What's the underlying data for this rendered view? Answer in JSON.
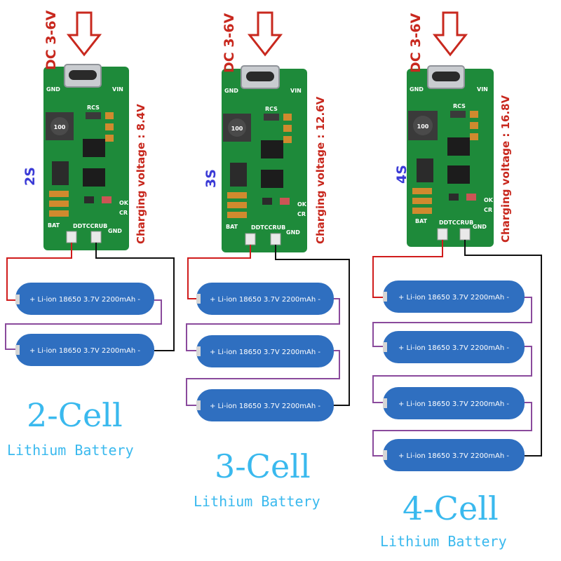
{
  "colors": {
    "pcb": "#1e8a3a",
    "arrow": "#c8281e",
    "charge_text": "#c8281e",
    "series_text": "#3b3bd6",
    "cell_text": "#3ab9ee",
    "battery": "#2f6fc0",
    "wire_red": "#d01c1c",
    "wire_black": "#111111",
    "wire_purple": "#8a4a9c"
  },
  "variants": [
    {
      "input": "DC 3-6V",
      "series": "2S",
      "charging_voltage": "Charging voltage : 8.4V",
      "cell_count": "2-Cell",
      "cell_type": "Lithium Battery",
      "battery_label": "+ Li-ion 18650 3.7V 2200mAh -",
      "board": {
        "gnd": "GND",
        "vin": "VIN",
        "rcs": "RCS",
        "bat": "BAT",
        "gnd2": "GND",
        "brand": "DDTCCRUB",
        "ok": "OK",
        "cr": "CR",
        "inductor": "100"
      }
    },
    {
      "input": "DC 3-6V",
      "series": "3S",
      "charging_voltage": "Charging voltage : 12.6V",
      "cell_count": "3-Cell",
      "cell_type": "Lithium Battery",
      "battery_label": "+ Li-ion 18650 3.7V 2200mAh -",
      "board": {
        "gnd": "GND",
        "vin": "VIN",
        "rcs": "RCS",
        "bat": "BAT",
        "gnd2": "GND",
        "brand": "DDTCCRUB",
        "ok": "OK",
        "cr": "CR",
        "inductor": "100"
      }
    },
    {
      "input": "DC 3-6V",
      "series": "4S",
      "charging_voltage": "Charging voltage : 16.8V",
      "cell_count": "4-Cell",
      "cell_type": "Lithium Battery",
      "battery_label": "+ Li-ion 18650 3.7V 2200mAh -",
      "board": {
        "gnd": "GND",
        "vin": "VIN",
        "rcs": "RCS",
        "bat": "BAT",
        "gnd2": "GND",
        "brand": "DDTCCRUB",
        "ok": "OK",
        "cr": "CR",
        "inductor": "100"
      }
    }
  ]
}
